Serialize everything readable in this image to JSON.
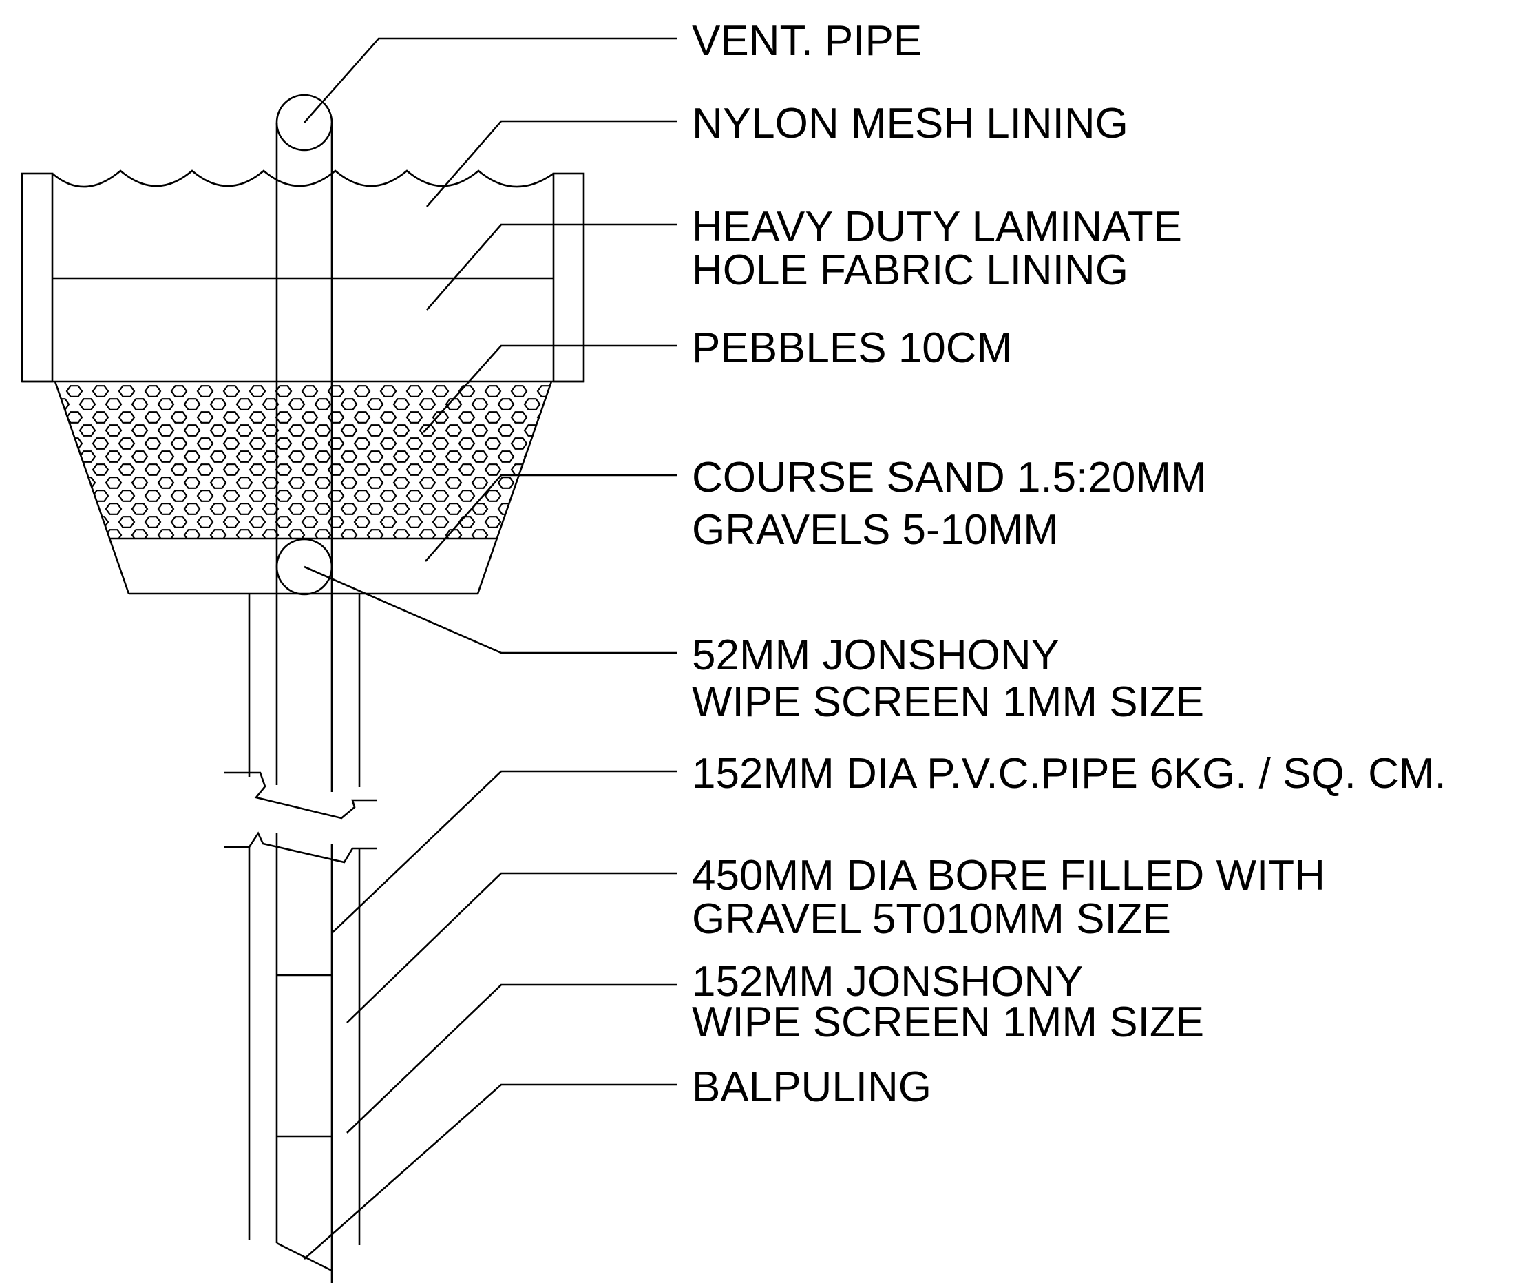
{
  "labels": {
    "vent_pipe": "VENT. PIPE",
    "nylon_mesh": "NYLON MESH LINING",
    "laminate_1": "HEAVY DUTY LAMINATE",
    "laminate_2": "HOLE FABRIC LINING",
    "pebbles": "PEBBLES 10CM",
    "sand_1": "COURSE SAND 1.5:20MM",
    "sand_2": "GRAVELS 5-10MM",
    "screen52_1": "52MM JONSHONY",
    "screen52_2": "WIPE SCREEN 1MM SIZE",
    "pvc_pipe": "152MM DIA P.V.C.PIPE 6KG. / SQ. CM.",
    "bore_1": "450MM DIA BORE FILLED WITH",
    "bore_2": "GRAVEL 5T010MM SIZE",
    "screen152_1": "152MM JONSHONY",
    "screen152_2": "WIPE SCREEN 1MM SIZE",
    "balpuling": "BALPULING"
  }
}
